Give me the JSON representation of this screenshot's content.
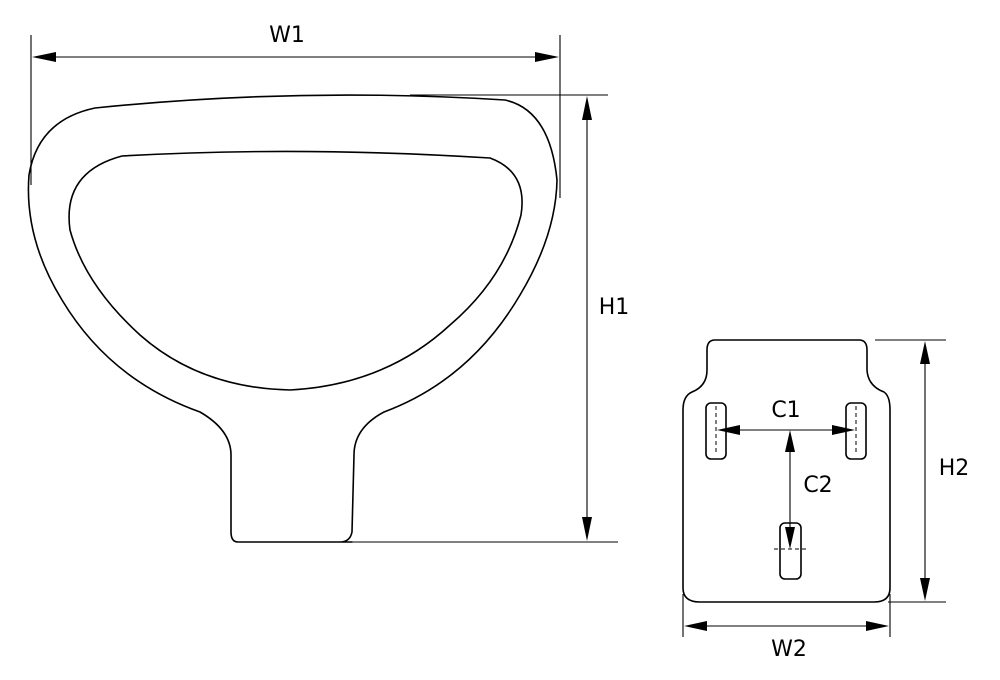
{
  "labels": {
    "w1": "W1",
    "h1": "H1",
    "h2": "H2",
    "w2": "W2",
    "c1": "C1",
    "c2": "C2"
  },
  "colors": {
    "line": "#000000",
    "background": "#ffffff"
  }
}
